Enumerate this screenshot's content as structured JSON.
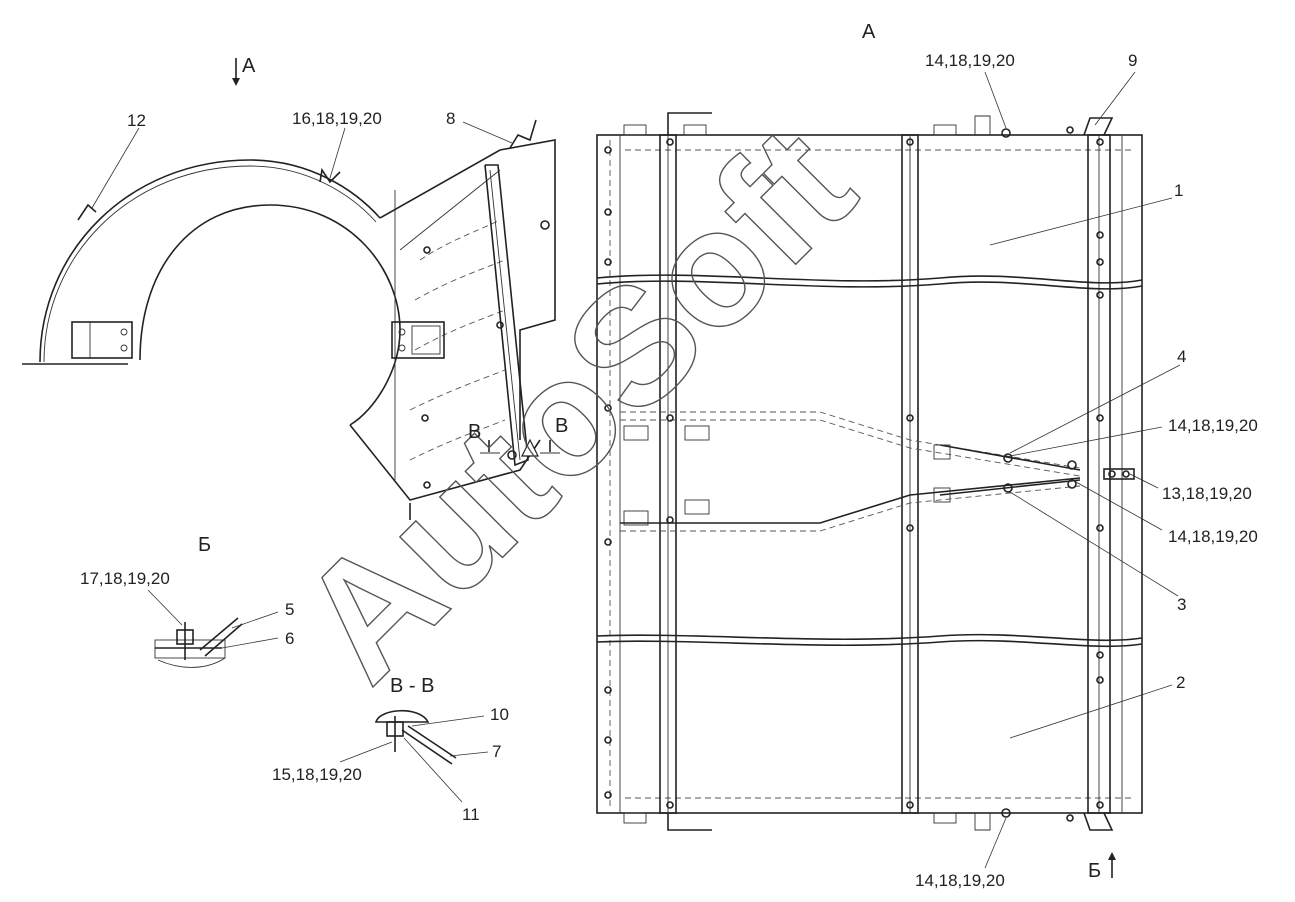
{
  "watermark": "AutoSoft",
  "views": {
    "side_arrow": "А",
    "top_view_title": "А",
    "detail_b_title": "Б",
    "section_title": "В - В",
    "section_marker_left": "В",
    "section_marker_right": "В",
    "arrow_b": "Б"
  },
  "callouts": {
    "c12": "12",
    "c16": "16,18,19,20",
    "c8": "8",
    "c14_top": "14,18,19,20",
    "c9": "9",
    "c1": "1",
    "c4": "4",
    "c14_mid": "14,18,19,20",
    "c13": "13,18,19,20",
    "c14_low": "14,18,19,20",
    "c3": "3",
    "c2": "2",
    "c14_bottom": "14,18,19,20",
    "c17": "17,18,19,20",
    "c5": "5",
    "c6": "6",
    "c10": "10",
    "c7": "7",
    "c15": "15,18,19,20",
    "c11": "11"
  }
}
